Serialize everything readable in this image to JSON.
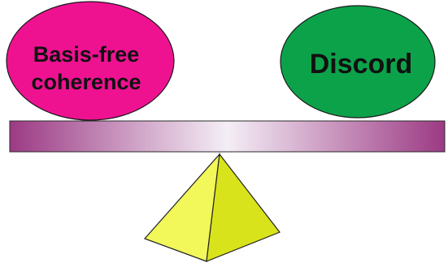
{
  "left_ellipse": {
    "lines": [
      "Basis-free",
      "coherence"
    ],
    "color": "#ee1291"
  },
  "right_ellipse": {
    "label": "Discord",
    "color": "#0ca24a"
  },
  "beam": {
    "edge_color": "#9c3a84",
    "center_color": "#f4eef6"
  },
  "fulcrum": {
    "light_face_color": "#f2f75a",
    "dark_face_color": "#d9e31c"
  }
}
